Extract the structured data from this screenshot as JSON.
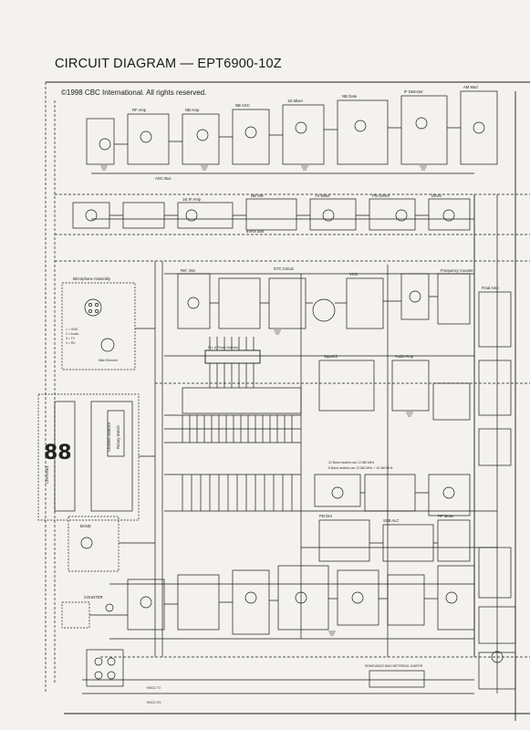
{
  "title": "CIRCUIT DIAGRAM — EPT6900-10Z",
  "copyright": "©1998 CBC International.  All rights reserved.",
  "labels": {
    "rf_amp": "RF Amp",
    "nb_amp": "NB Amp",
    "nb_agc": "NB AGC",
    "agc_bus": "AGC Bus",
    "first_mixer": "1st Mixer",
    "nb_gate": "NB Gate",
    "first_if_amp": "1st IF Amp",
    "nb_sw": "NB SW",
    "rx_bus": "8VRX Bus",
    "dtc_circuit": "DTC Circuit",
    "pll_ic": "PLL & Phase Detector",
    "microphone_assembly": "Microphone Assembly",
    "mic_pin1": "1 = GND",
    "mic_pin2": "2 = Audio",
    "mic_pin3": "3 = TX",
    "mic_pin4": "4 = RX",
    "mike_element": "Mike Element",
    "channel": "CHANNEL",
    "display_digits": "88",
    "channel_selector": "Channel Selector",
    "rotary_switch": "Rotary Switch",
    "band": "BAND",
    "counter": "COUNTER",
    "tx_bus": "+8VDC TX",
    "tx_bus_2": "+8VDC RX",
    "rf_meter_adj": "RF Meter",
    "if_det": "IF Detector",
    "am_mod": "AM Mod",
    "final_amp": "Final Amp",
    "driver": "Driver",
    "pre_driver": "Pre-Driver",
    "tx_mixer": "TX Mixer",
    "ref_osc": "Ref. Osc",
    "vco": "VCO",
    "squelch": "Squelch",
    "audio_amp": "Audio Amp",
    "ssb_alc": "SSB ALC",
    "fm_det": "FM Det",
    "metering": "REMOVABLE BIAS METERING JUMPER",
    "freq_counter_note": "10 Band models use 12.380 MHz",
    "freq_counter_note2": "8 Band models use 12.380 MHz + 15.360 MHz",
    "divider": "Frequency Counter"
  }
}
